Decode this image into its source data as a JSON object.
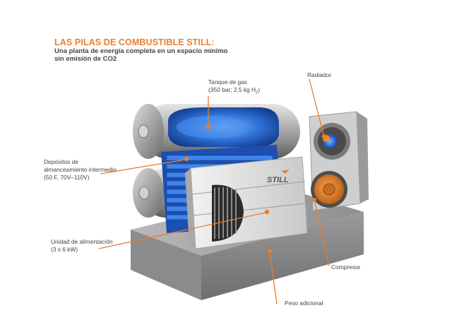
{
  "header": {
    "title": "LAS PILAS DE COMBUSTIBLE STILL:",
    "subtitle_line1": "Una planta de energía completa en un espacio mínimo",
    "subtitle_line2": "sin emisión de CO2"
  },
  "labels": {
    "gas_tank": {
      "line1": "Tanque de gas",
      "line2_prefix": "(350 bar; 2,5 kg H",
      "line2_sub": "2",
      "line2_suffix": ")"
    },
    "radiator": {
      "line1": "Radiador"
    },
    "deposits": {
      "line1": "Depósitos de",
      "line2": "almanceamiento intermedio",
      "line3": "(50 F, 70V–110V)"
    },
    "power_unit": {
      "line1": "Unidad de alimentación",
      "line2": "(3 x 6 kW)"
    },
    "compressor": {
      "line1": "Compresor"
    },
    "extra_weight": {
      "line1": "Peso adicional"
    }
  },
  "brand": {
    "logo_text": "STILL"
  },
  "colors": {
    "accent": "#ee7d2a",
    "blue": "#2f6fd6",
    "text": "#444444"
  }
}
